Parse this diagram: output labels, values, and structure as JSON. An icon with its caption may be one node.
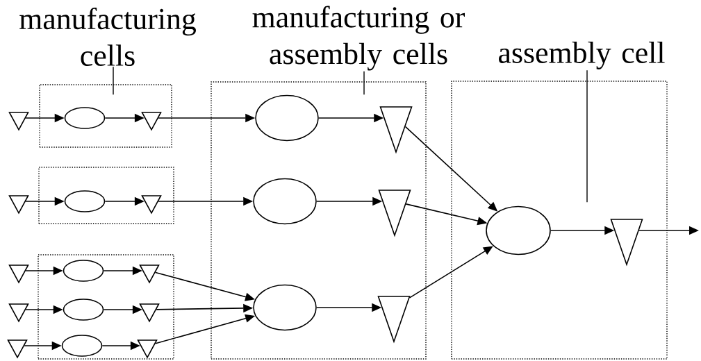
{
  "diagram": {
    "nodes": [
      {
        "text": [
          "manufacturing cells"
        ]
      },
      {
        "text": [
          "manufacturing or assembly cells"
        ]
      },
      {
        "text": [
          "assembly cell"
        ]
      },
      {
        "text": [],
        "shape": "box"
      },
      {
        "text": [],
        "shape": "box"
      },
      {
        "text": [],
        "shape": "box"
      },
      {
        "text": [],
        "shape": "box"
      },
      {
        "text": [],
        "shape": "box"
      },
      {
        "text": [],
        "shape": "triangle"
      },
      {
        "text": [],
        "shape": "ellipse",
        "in": 3
      },
      {
        "text": [],
        "shape": "triangle",
        "in": 3
      },
      {
        "text": [],
        "shape": "ellipse",
        "in": 6
      },
      {
        "text": [],
        "shape": "triangle",
        "in": 6
      },
      {
        "text": [],
        "shape": "triangle"
      },
      {
        "text": [],
        "shape": "ellipse",
        "in": 4
      },
      {
        "text": [],
        "shape": "triangle",
        "in": 4
      },
      {
        "text": [],
        "shape": "ellipse",
        "in": 6
      },
      {
        "text": [],
        "shape": "triangle",
        "in": 6
      },
      {
        "text": [],
        "shape": "triangle"
      },
      {
        "text": [],
        "shape": "ellipse",
        "in": 5
      },
      {
        "text": [],
        "shape": "triangle",
        "in": 5
      },
      {
        "text": [],
        "shape": "triangle"
      },
      {
        "text": [],
        "shape": "ellipse",
        "in": 5
      },
      {
        "text": [],
        "shape": "triangle",
        "in": 5
      },
      {
        "text": [],
        "shape": "triangle"
      },
      {
        "text": [],
        "shape": "ellipse",
        "in": 5
      },
      {
        "text": [],
        "shape": "triangle",
        "in": 5
      },
      {
        "text": [],
        "shape": "ellipse",
        "in": 6
      },
      {
        "text": [],
        "shape": "triangle",
        "in": 6
      },
      {
        "text": [],
        "shape": "ellipse",
        "in": 7
      },
      {
        "text": [],
        "shape": "triangle",
        "in": 7
      }
    ],
    "edges": [
      {
        "from": 0,
        "to": 3,
        "arrow": "none"
      },
      {
        "from": 1,
        "to": 6,
        "arrow": "none"
      },
      {
        "from": 2,
        "to": 7,
        "arrow": "none"
      },
      {
        "from": 8,
        "to": 9,
        "arrow": "to"
      },
      {
        "from": 9,
        "to": 10,
        "arrow": "to"
      },
      {
        "from": 10,
        "to": 11,
        "arrow": "to"
      },
      {
        "from": 11,
        "to": 12,
        "arrow": "to"
      },
      {
        "from": 12,
        "to": 29,
        "arrow": "to"
      },
      {
        "from": 13,
        "to": 14,
        "arrow": "to"
      },
      {
        "from": 14,
        "to": 15,
        "arrow": "to"
      },
      {
        "from": 15,
        "to": 16,
        "arrow": "to"
      },
      {
        "from": 16,
        "to": 17,
        "arrow": "to"
      },
      {
        "from": 17,
        "to": 29,
        "arrow": "to"
      },
      {
        "from": 18,
        "to": 19,
        "arrow": "to"
      },
      {
        "from": 19,
        "to": 20,
        "arrow": "to"
      },
      {
        "from": 20,
        "to": 27,
        "arrow": "to"
      },
      {
        "from": 21,
        "to": 22,
        "arrow": "to"
      },
      {
        "from": 22,
        "to": 23,
        "arrow": "to"
      },
      {
        "from": 23,
        "to": 27,
        "arrow": "to"
      },
      {
        "from": 24,
        "to": 25,
        "arrow": "to"
      },
      {
        "from": 25,
        "to": 26,
        "arrow": "to"
      },
      {
        "from": 26,
        "to": 27,
        "arrow": "to"
      },
      {
        "from": 27,
        "to": 28,
        "arrow": "to"
      },
      {
        "from": 28,
        "to": 29,
        "arrow": "to"
      },
      {
        "from": 29,
        "to": 30,
        "arrow": "to"
      },
      {
        "from": 30,
        "to": null,
        "arrow": "to"
      }
    ]
  }
}
